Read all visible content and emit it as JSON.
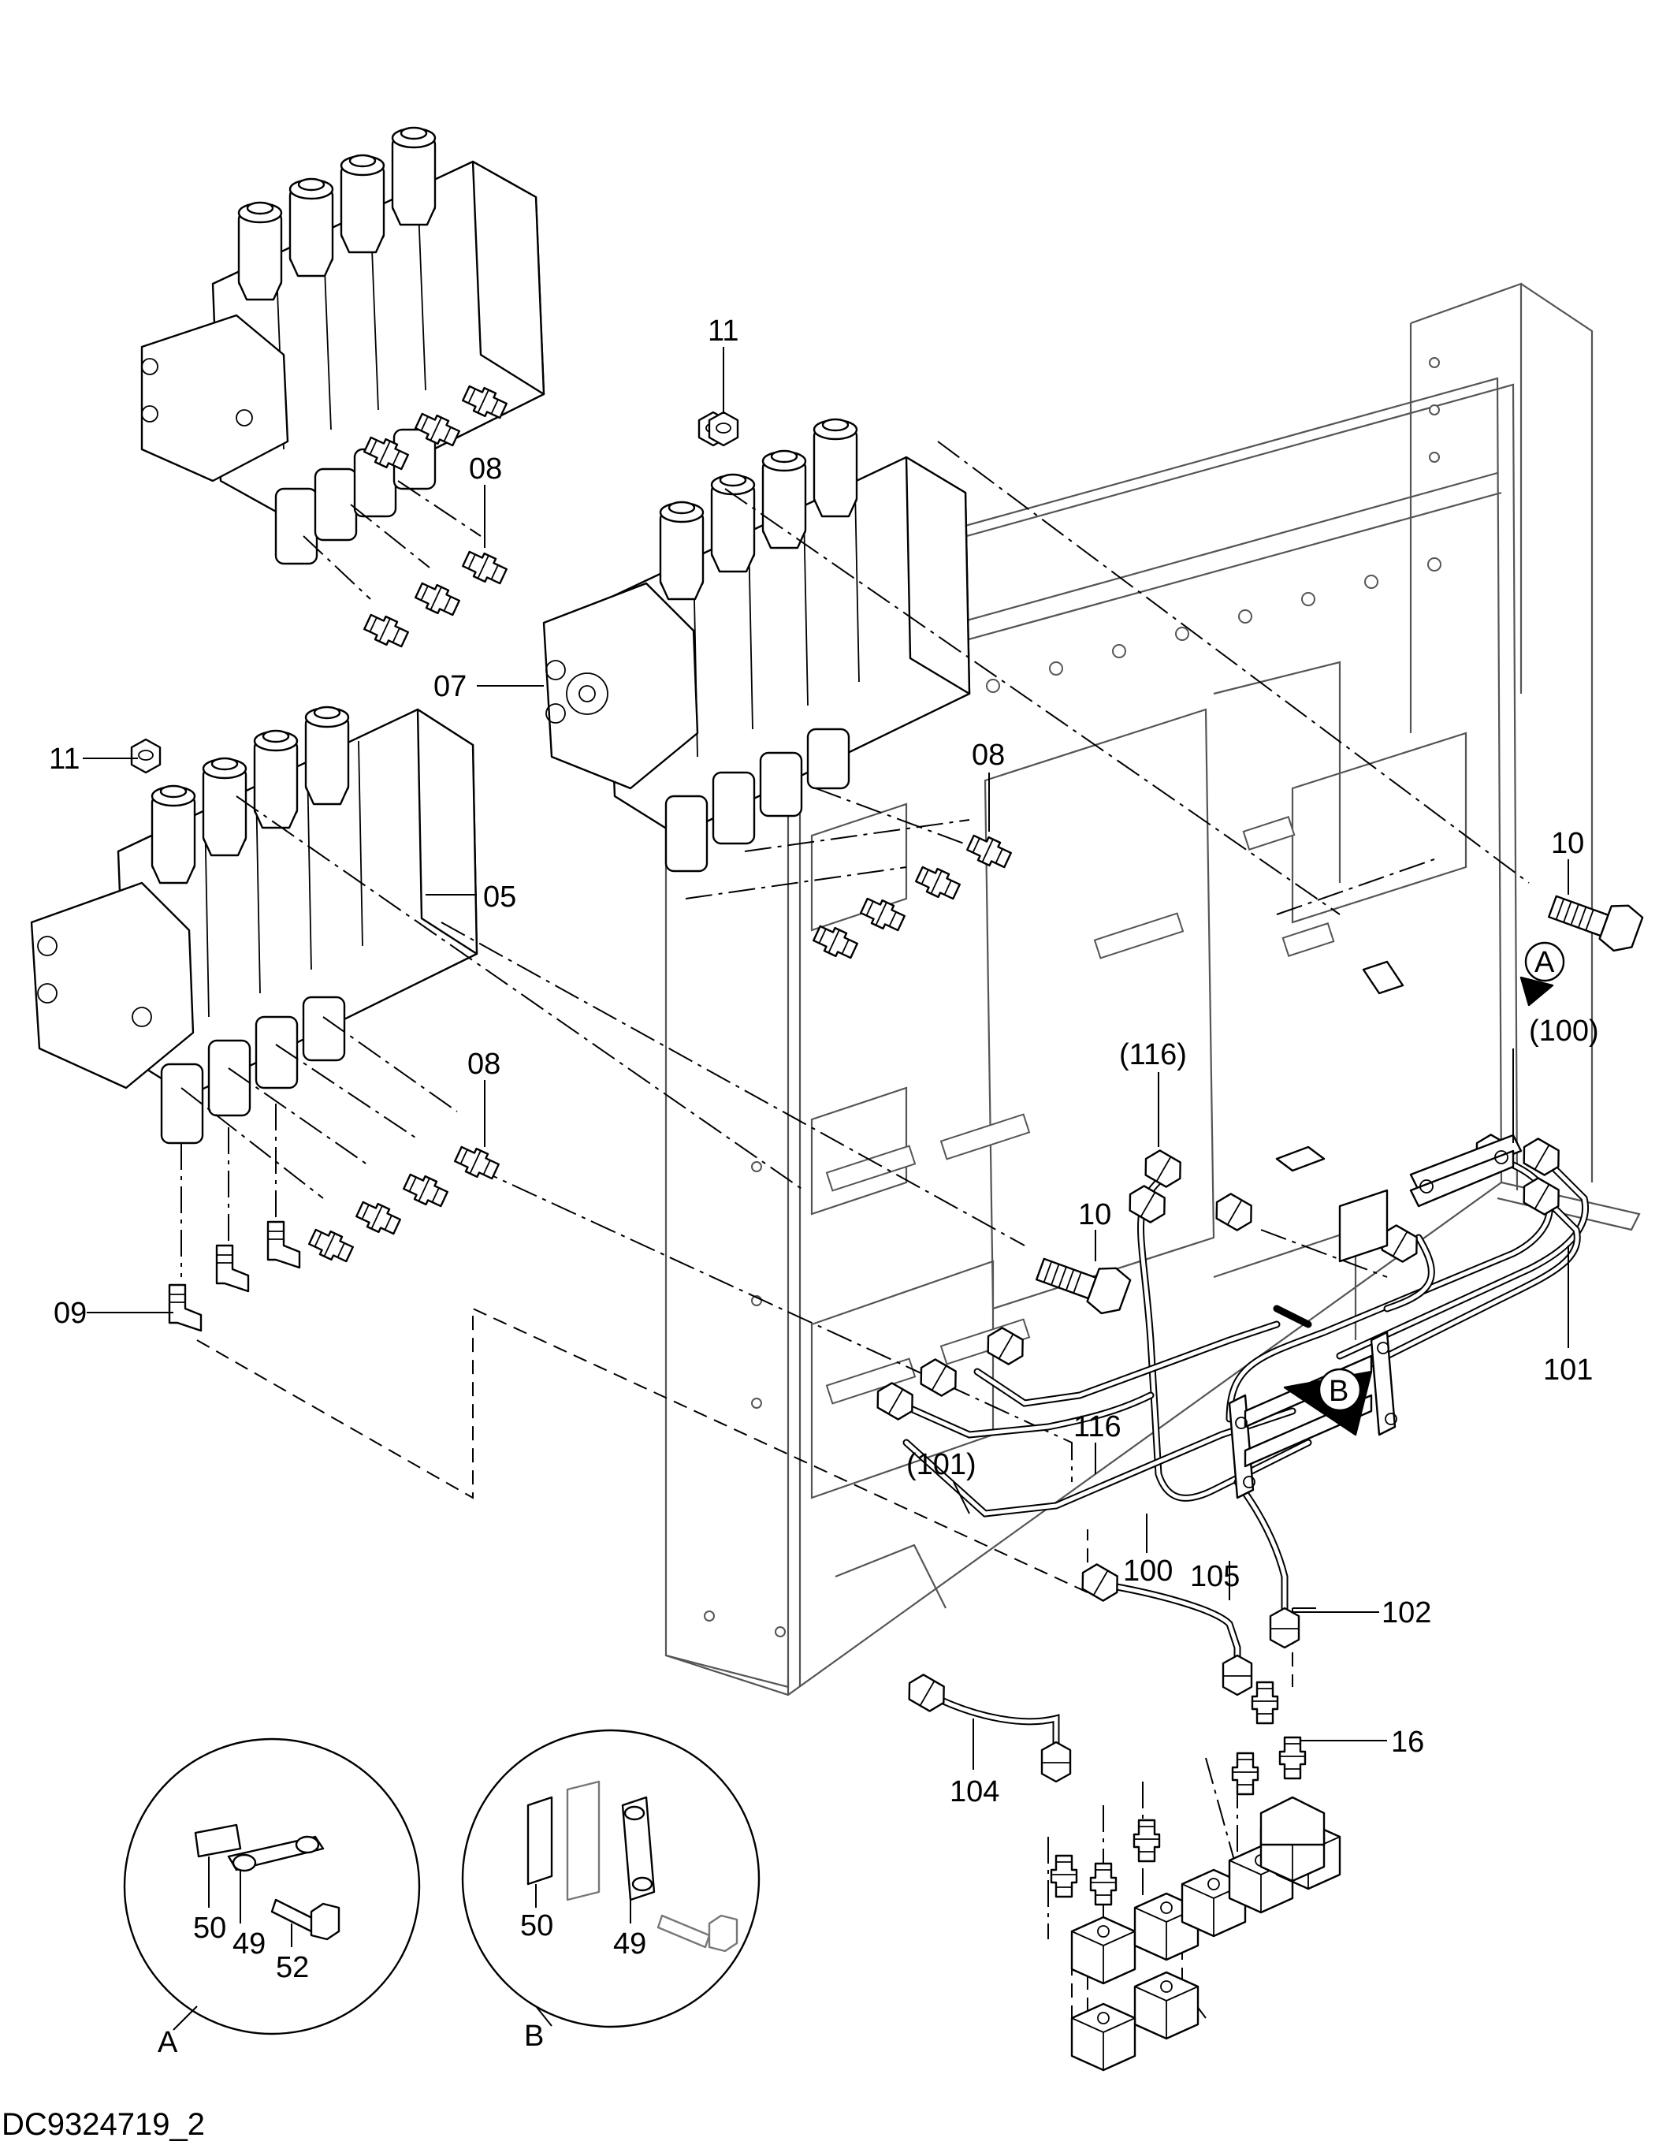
{
  "drawing_code": "DC9324719_2",
  "callouts": {
    "p11_top": "11",
    "p08_top": "08",
    "p07": "07",
    "p08_mid": "08",
    "p11_left": "11",
    "p05": "05",
    "p10_right": "10",
    "view_a_marker": "A",
    "p116_paren": "(116)",
    "p100_paren": "(100)",
    "p08_low": "08",
    "p10_mid": "10",
    "p101": "101",
    "p09": "09",
    "p116": "116",
    "p101_paren": "(101)",
    "view_b_marker": "B",
    "p100": "100",
    "p105": "105",
    "p102": "102",
    "p16": "16",
    "p104": "104"
  },
  "detail_a": {
    "title": "A",
    "p50": "50",
    "p49": "49",
    "p52": "52"
  },
  "detail_b": {
    "title": "B",
    "p50": "50",
    "p49": "49"
  }
}
